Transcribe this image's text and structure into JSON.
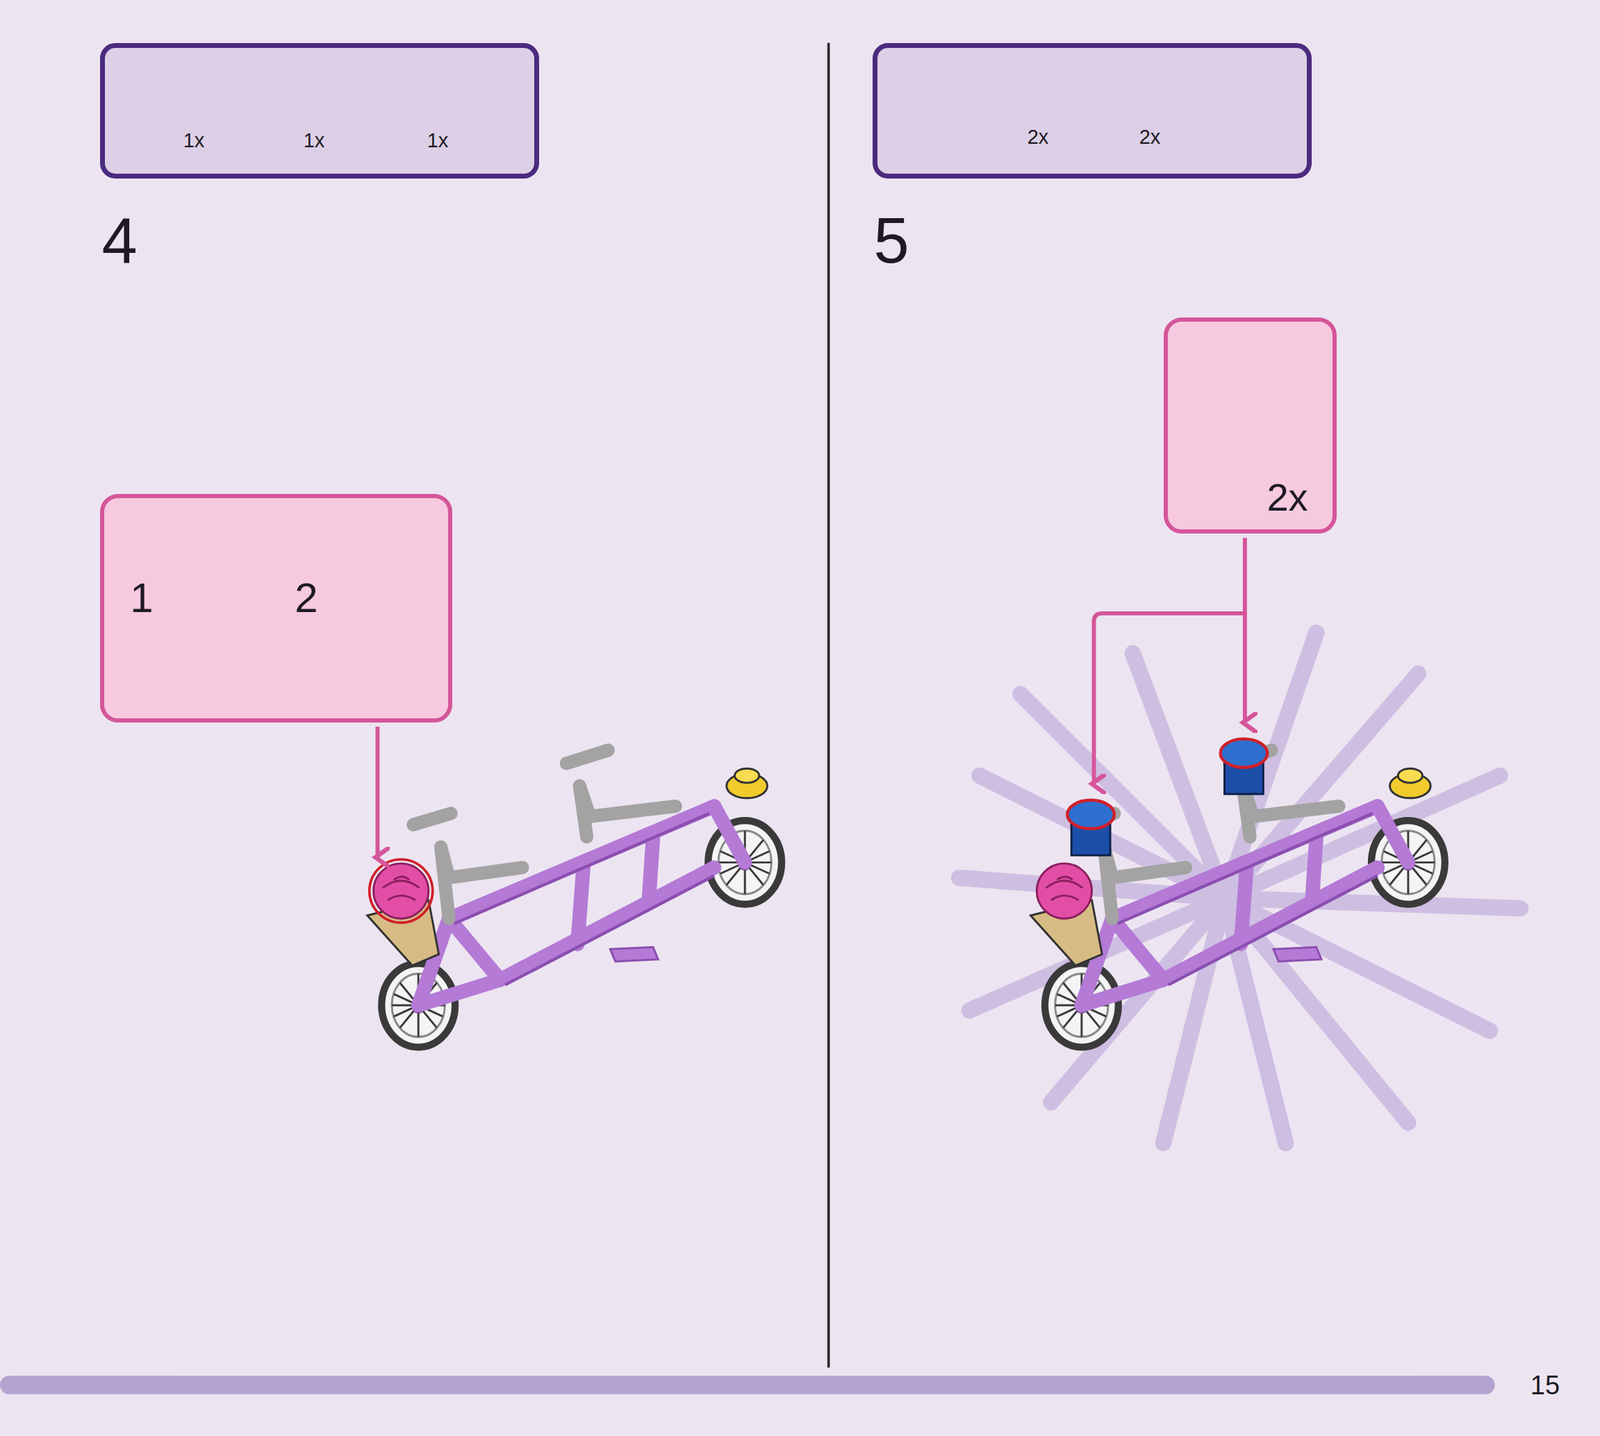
{
  "diagram": {
    "nodes": [
      {
        "text": [
          "1x",
          "1x",
          "1x"
        ]
      },
      {
        "text": [
          "1",
          "2"
        ]
      },
      {
        "text": [
          "2x",
          "2x"
        ]
      },
      {
        "text": [
          "2x"
        ]
      }
    ],
    "labels": [
      "4",
      "5",
      "15"
    ]
  }
}
